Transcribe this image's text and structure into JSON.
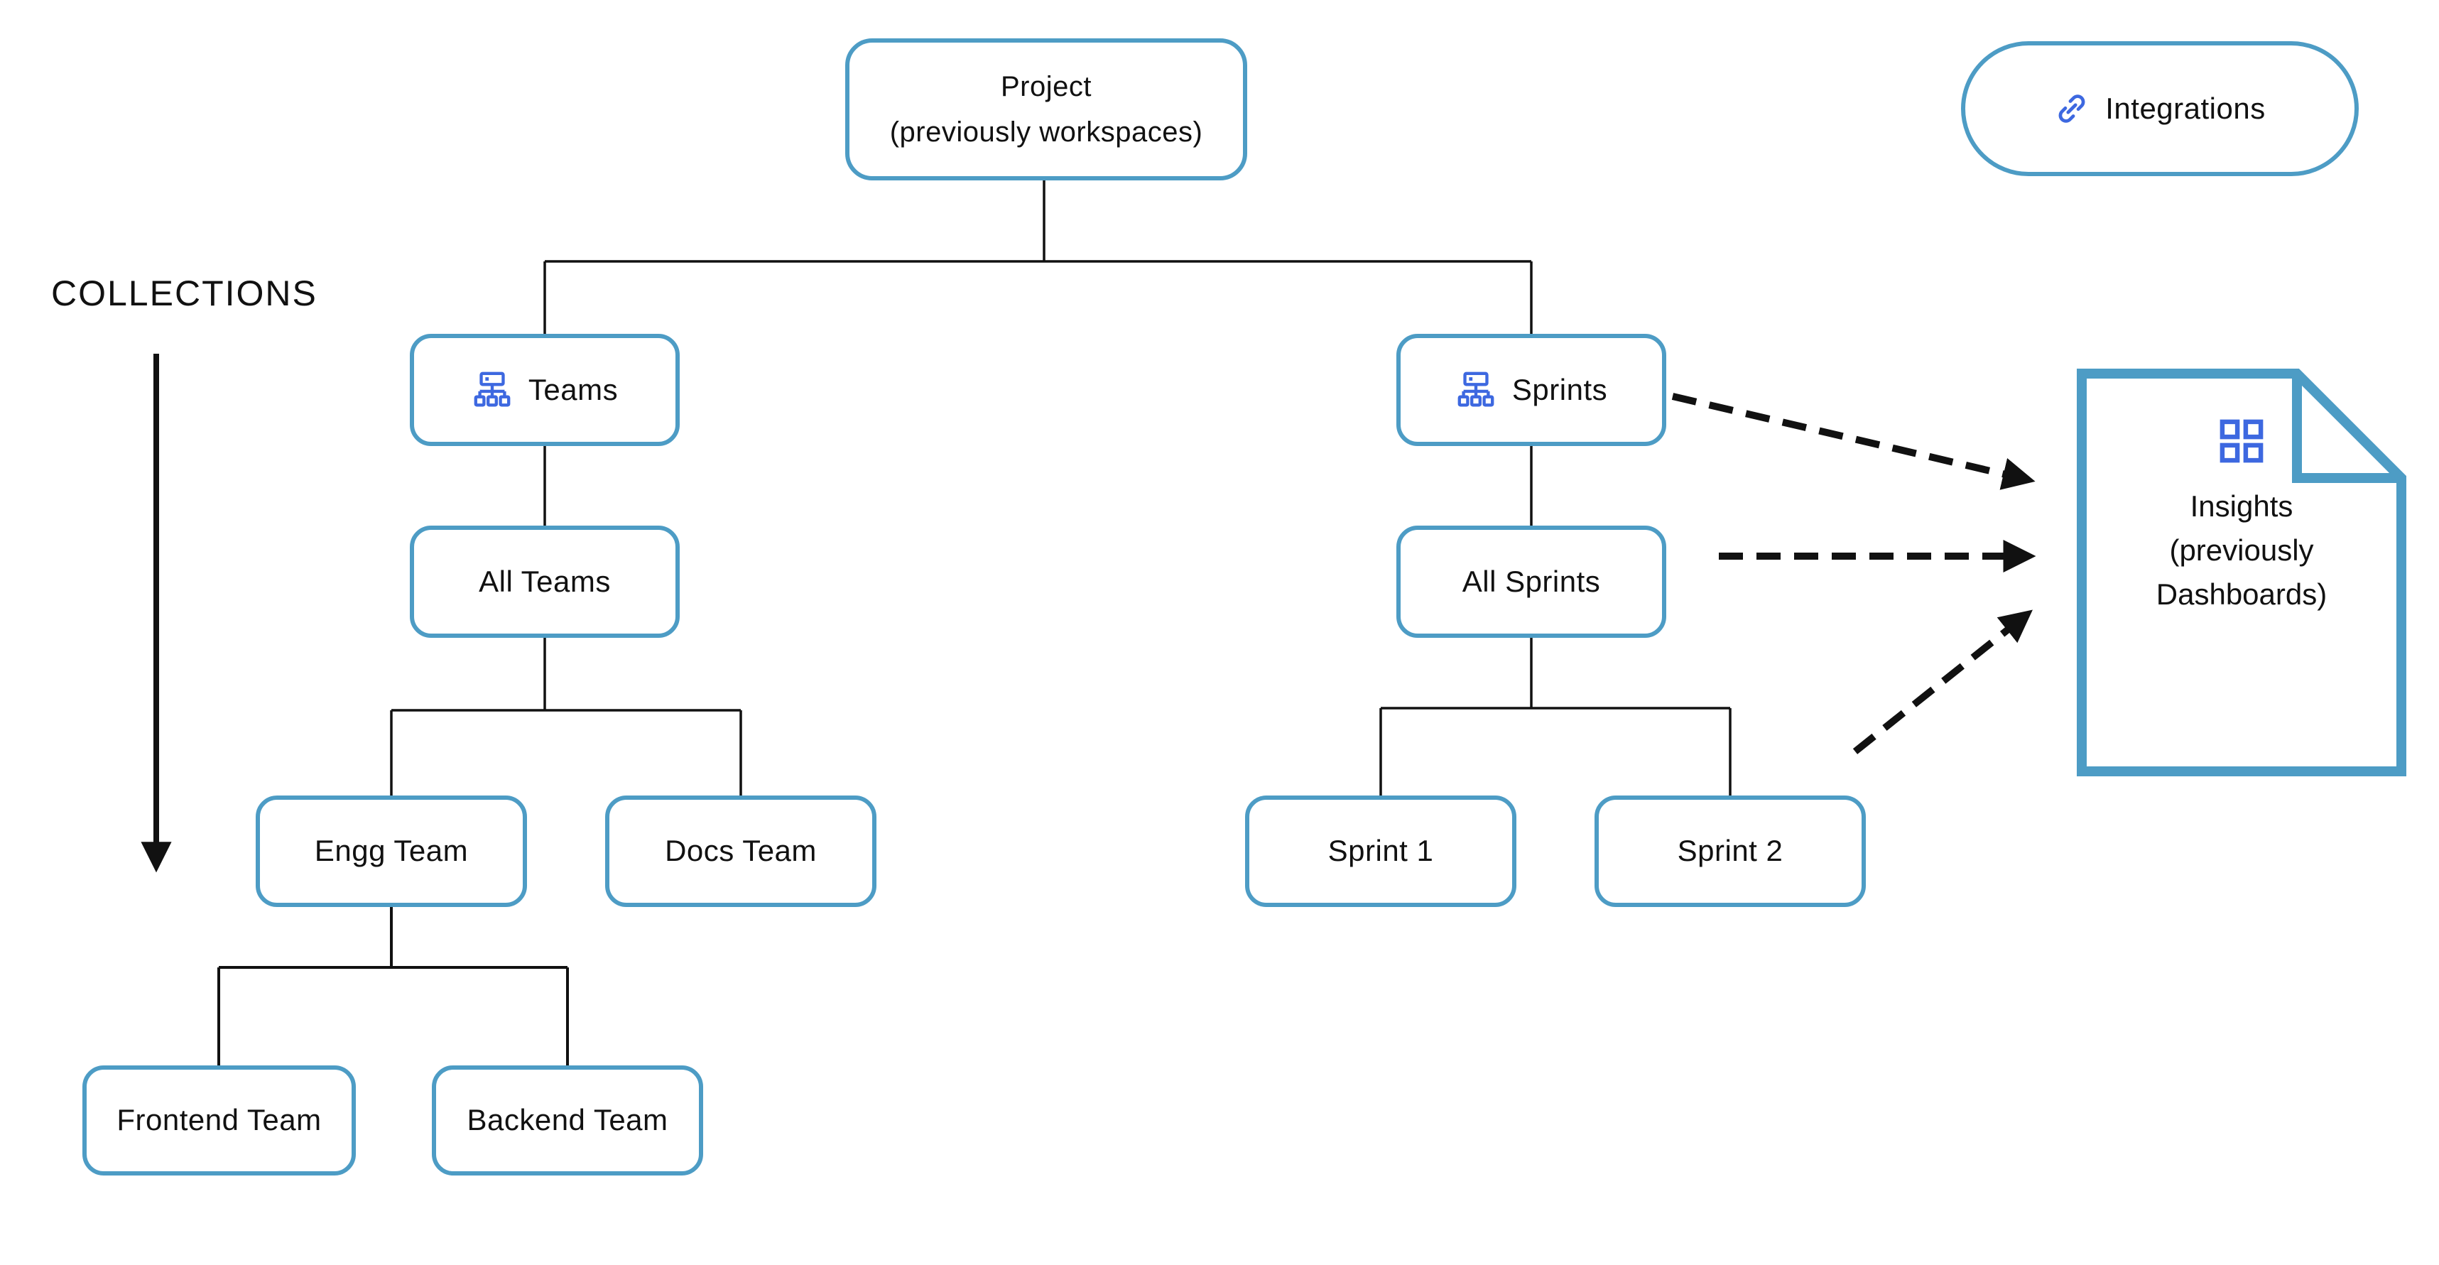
{
  "labels": {
    "collections": "COLLECTIONS"
  },
  "nodes": {
    "project": {
      "line1": "Project",
      "line2": "(previously workspaces)"
    },
    "integrations": {
      "label": "Integrations"
    },
    "teams": {
      "label": "Teams"
    },
    "sprints": {
      "label": "Sprints"
    },
    "all_teams": {
      "label": "All Teams"
    },
    "all_sprints": {
      "label": "All Sprints"
    },
    "engg_team": {
      "label": "Engg Team"
    },
    "docs_team": {
      "label": "Docs Team"
    },
    "sprint_1": {
      "label": "Sprint 1"
    },
    "sprint_2": {
      "label": "Sprint 2"
    },
    "frontend_team": {
      "label": "Frontend Team"
    },
    "backend_team": {
      "label": "Backend Team"
    },
    "insights": {
      "line1": "Insights",
      "line2": "(previously",
      "line3": "Dashboards)"
    }
  },
  "icons": {
    "integrations": "link-icon",
    "teams": "hierarchy-icon",
    "sprints": "hierarchy-icon",
    "insights": "dashboard-grid-icon"
  },
  "colors": {
    "node_border": "#4D9CC5",
    "icon_blue": "#3D68E0",
    "connector": "#111111",
    "text": "#111111",
    "background": "#ffffff"
  }
}
